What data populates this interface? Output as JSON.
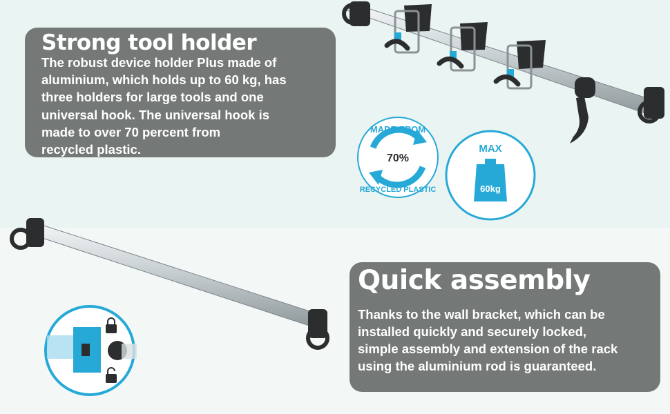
{
  "colors": {
    "panel": "#747876",
    "accent": "#27a9d8",
    "rod": "#c8cfd2",
    "plastic": "#2b2d2e"
  },
  "top_panel": {
    "title": "Strong tool holder",
    "lines": [
      "The robust device holder Plus made of",
      "aluminium, which holds up to 60 kg, has",
      "three holders for large tools and one",
      "universal hook. The universal hook is",
      "made to over 70 percent from",
      "recycled plastic."
    ]
  },
  "bottom_panel": {
    "title": "Quick assembly",
    "lines": [
      "Thanks to the wall bracket, which can be",
      "installed quickly and securely locked,",
      "simple assembly and extension of the rack",
      "using the aluminium rod is guaranteed."
    ]
  },
  "recycled_badge": {
    "top_text": "MADE FROM",
    "percent": "70%",
    "bottom_text": "RECYCLED PLASTIC",
    "icon": "recycle-arrows-icon"
  },
  "max_load_badge": {
    "label": "MAX",
    "weight": "60kg",
    "icon": "weight-icon"
  },
  "detail_inset": {
    "icons": [
      "lock-icon",
      "unlock-icon"
    ]
  }
}
